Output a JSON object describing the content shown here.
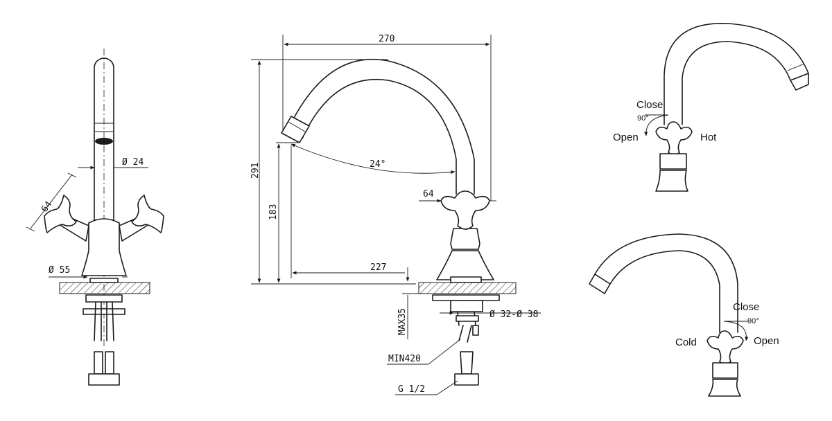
{
  "front_view": {
    "dim_stem_diameter": "Ø 24",
    "dim_handle_span": "64",
    "dim_base_diameter": "Ø 55"
  },
  "side_view": {
    "dim_reach_total": "270",
    "dim_height_total": "291",
    "dim_spout_height": "183",
    "dim_spout_swivel": "24°",
    "dim_handle_width": "64",
    "dim_reach_center": "227",
    "dim_max_deck": "MAX35",
    "dim_hole_diameter": "Ø 32-Ø 38",
    "dim_hose_length": "MIN420",
    "dim_thread": "G  1/2"
  },
  "hot_view": {
    "close_label": "Close",
    "angle_label": "90°",
    "open_label": "Open",
    "side_label": "Hot"
  },
  "cold_view": {
    "close_label": "Close",
    "angle_label": "90°",
    "open_label": "Open",
    "side_label": "Cold"
  }
}
